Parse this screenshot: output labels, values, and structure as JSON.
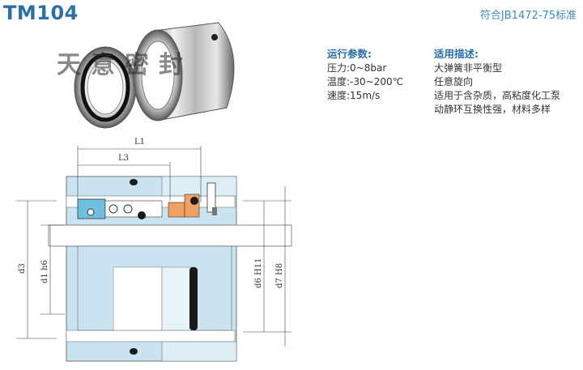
{
  "header": {
    "model": "TM104",
    "standard": "符合JB1472-75标准"
  },
  "watermark": "天意密封",
  "params": {
    "title": "运行参数:",
    "items": [
      "压力:0~8bar",
      "温度:-30~200℃",
      "速度:15m/s"
    ]
  },
  "usage": {
    "title": "适用描述:",
    "items": [
      "大弹簧非平衡型",
      "任意旋向",
      "适用于含杂质，高粘度化工泵",
      "动静环互换性强，材料多样"
    ]
  },
  "dimensions": {
    "l1": "L1",
    "l3": "L3",
    "d3": "d3",
    "d1": "d1 h6",
    "d6": "d6 H11",
    "d7": "d7 H8"
  },
  "colors": {
    "title": "#2a6fa8",
    "housing": "#c9e4f0",
    "spring": "#6cc0e0",
    "orange": "#f0a060",
    "black": "#1a1a1a"
  }
}
